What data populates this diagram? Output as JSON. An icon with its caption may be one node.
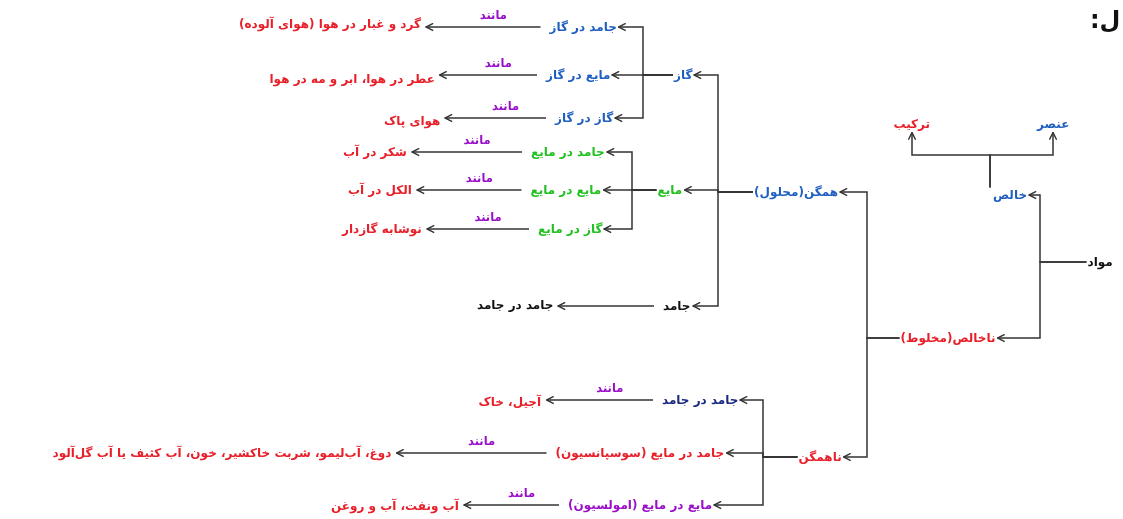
{
  "diagram": {
    "title": "ل:",
    "nodes": [
      {
        "text": [
          "مواد"
        ]
      },
      {
        "text": [
          "خالص"
        ]
      },
      {
        "text": [
          "ناخالص(مخلوط)"
        ]
      },
      {
        "text": [
          "عنصر"
        ]
      },
      {
        "text": [
          "ترکیب"
        ]
      },
      {
        "text": [
          "همگن(محلول)"
        ]
      },
      {
        "text": [
          "ناهمگن"
        ]
      },
      {
        "text": [
          "گاز"
        ]
      },
      {
        "text": [
          "مایع"
        ]
      },
      {
        "text": [
          "جامد"
        ]
      },
      {
        "text": [
          "جامد در گاز"
        ]
      },
      {
        "text": [
          "گرد و غبار در هوا (هوای آلوده)"
        ]
      },
      {
        "text": [
          "مایع در گاز"
        ]
      },
      {
        "text": [
          "عطر در هوا، ابر و مه در هوا"
        ]
      },
      {
        "text": [
          "گاز در گاز"
        ]
      },
      {
        "text": [
          "هوای پاک"
        ]
      },
      {
        "text": [
          "جامد در مایع"
        ]
      },
      {
        "text": [
          "شکر در آب"
        ]
      },
      {
        "text": [
          "مایع در مایع"
        ]
      },
      {
        "text": [
          "الکل در آب"
        ]
      },
      {
        "text": [
          "گاز در مایع"
        ]
      },
      {
        "text": [
          "نوشابه گازدار"
        ]
      },
      {
        "text": [
          "جامد در جامد"
        ]
      },
      {
        "text": [
          "جامد در جامد"
        ]
      },
      {
        "text": [
          "آجیل، خاک"
        ]
      },
      {
        "text": [
          "جامد در مایع (سوسپانسیون)"
        ]
      },
      {
        "text": [
          "دوغ، آب‌لیمو، شربت خاکشیر، خون، آب کثیف یا آب گل‌آلود"
        ]
      },
      {
        "text": [
          "مایع در مایع (امولسیون)"
        ]
      },
      {
        "text": [
          "آب ونفت، آب و روغن"
        ]
      }
    ],
    "edges": [
      {
        "from": 0,
        "to": 1,
        "arrow": "to"
      },
      {
        "from": 0,
        "to": 2,
        "arrow": "to"
      },
      {
        "from": 1,
        "to": 3,
        "arrow": "to"
      },
      {
        "from": 1,
        "to": 4,
        "arrow": "to"
      },
      {
        "from": 2,
        "to": 5,
        "arrow": "to"
      },
      {
        "from": 2,
        "to": 6,
        "arrow": "to"
      },
      {
        "from": 5,
        "to": 7,
        "arrow": "to"
      },
      {
        "from": 5,
        "to": 8,
        "arrow": "to"
      },
      {
        "from": 5,
        "to": 9,
        "arrow": "to"
      },
      {
        "from": 7,
        "to": 10,
        "arrow": "to"
      },
      {
        "from": 7,
        "to": 12,
        "arrow": "to"
      },
      {
        "from": 7,
        "to": 14,
        "arrow": "to"
      },
      {
        "from": 8,
        "to": 16,
        "arrow": "to"
      },
      {
        "from": 8,
        "to": 18,
        "arrow": "to"
      },
      {
        "from": 8,
        "to": 20,
        "arrow": "to"
      },
      {
        "from": 9,
        "to": 22,
        "arrow": "to"
      },
      {
        "from": 6,
        "to": 23,
        "arrow": "to"
      },
      {
        "from": 6,
        "to": 25,
        "arrow": "to"
      },
      {
        "from": 6,
        "to": 27,
        "arrow": "to"
      },
      {
        "from": 10,
        "to": 11,
        "arrow": "to",
        "label": "مانند"
      },
      {
        "from": 12,
        "to": 13,
        "arrow": "to",
        "label": "مانند"
      },
      {
        "from": 14,
        "to": 15,
        "arrow": "to",
        "label": "مانند"
      },
      {
        "from": 16,
        "to": 17,
        "arrow": "to",
        "label": "مانند"
      },
      {
        "from": 18,
        "to": 19,
        "arrow": "to",
        "label": "مانند"
      },
      {
        "from": 20,
        "to": 21,
        "arrow": "to",
        "label": "مانند"
      },
      {
        "from": 23,
        "to": 24,
        "arrow": "to",
        "label": "مانند"
      },
      {
        "from": 25,
        "to": 26,
        "arrow": "to",
        "label": "مانند"
      },
      {
        "from": 27,
        "to": 28,
        "arrow": "to",
        "label": "مانند"
      }
    ]
  }
}
